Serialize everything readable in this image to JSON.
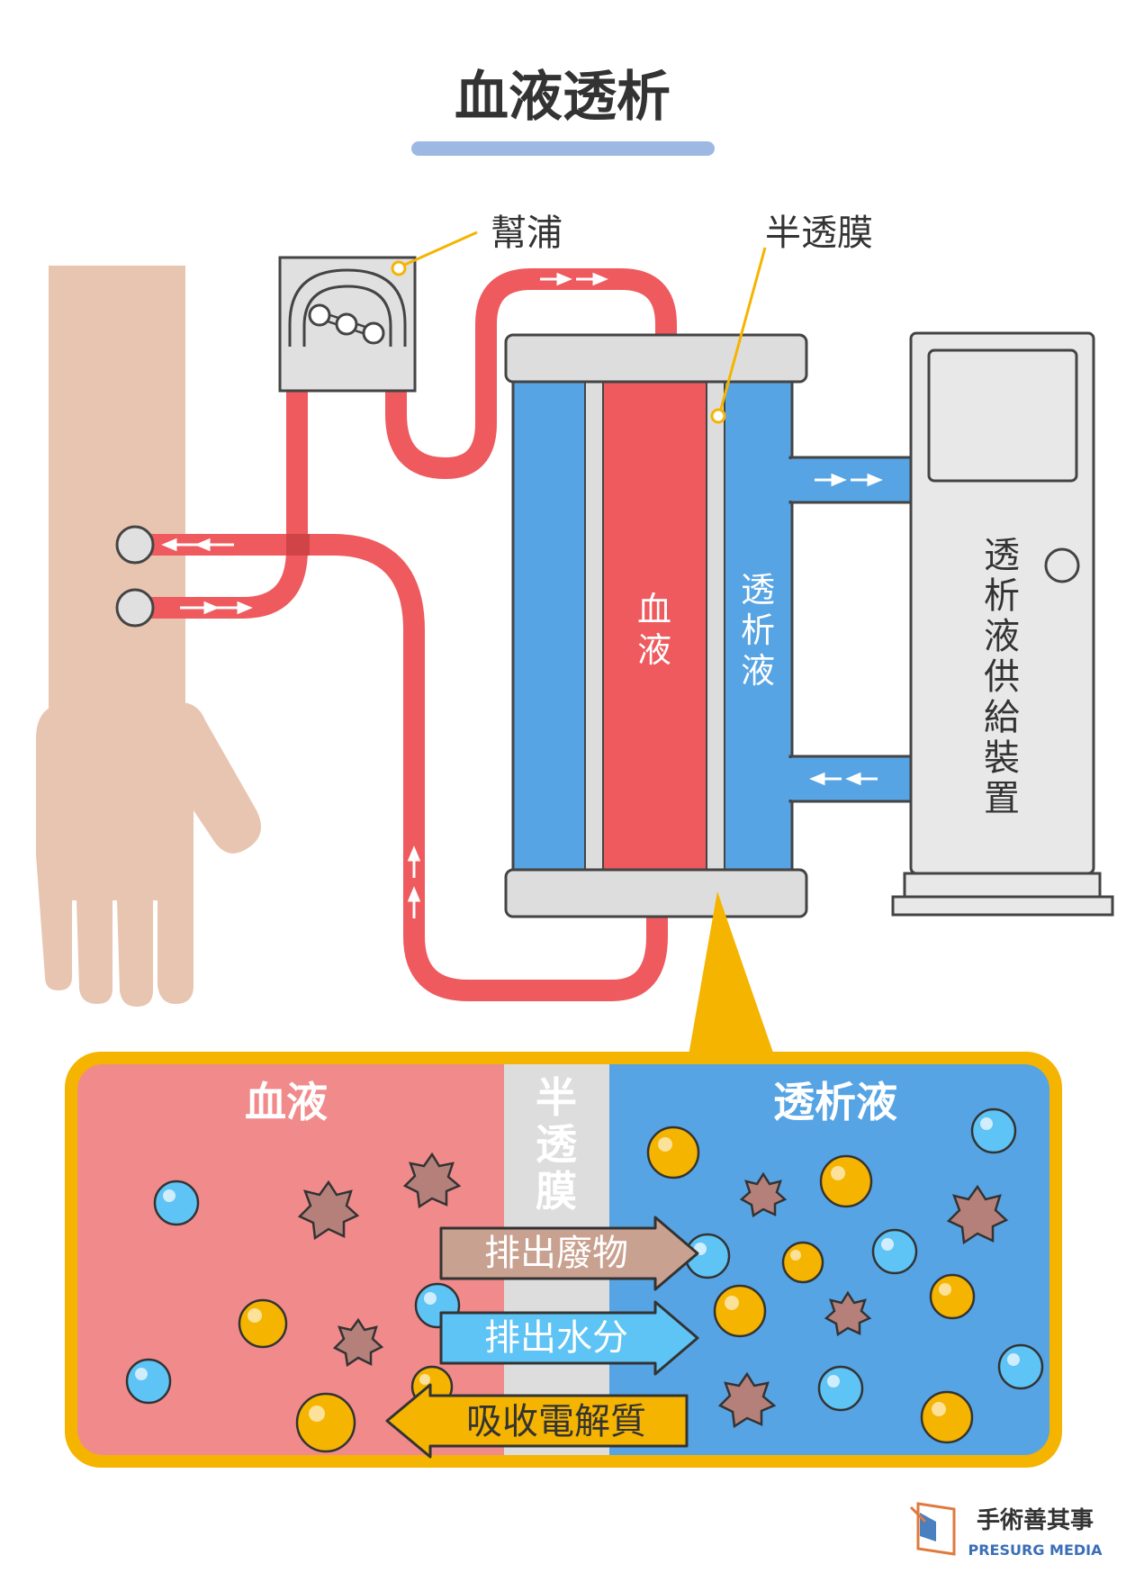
{
  "title": "血液透析",
  "labels": {
    "pump": "幫浦",
    "membrane": "半透膜",
    "dialyzer_blood": [
      "血",
      "液"
    ],
    "dialyzer_dialysate": [
      "透",
      "析",
      "液"
    ],
    "supply_device": [
      "透",
      "析",
      "液",
      "供",
      "給",
      "裝",
      "置"
    ]
  },
  "zoom": {
    "blood": "血液",
    "membrane": [
      "半",
      "透",
      "膜"
    ],
    "dialysate": "透析液",
    "arrows": [
      {
        "label": "排出廢物",
        "direction": "right",
        "color": "#C9A190"
      },
      {
        "label": "排出水分",
        "direction": "right",
        "color": "#5EC3F5"
      },
      {
        "label": "吸收電解質",
        "direction": "left",
        "color": "#F5B400"
      }
    ]
  },
  "brand": {
    "name": "手術善其事",
    "sub": "PRESURG MEDIA"
  },
  "colors": {
    "blood": "#EE5A5D",
    "blood_light": "#F18A8B",
    "dialysate": "#56A4E4",
    "skin": "#E8C5B1",
    "accent": "#F5B400",
    "title_underline": "#9DB9E3"
  }
}
